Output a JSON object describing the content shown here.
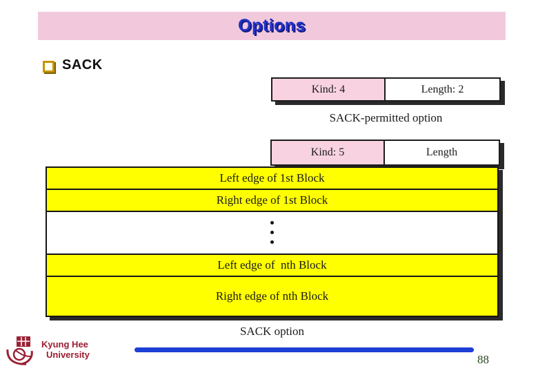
{
  "slide": {
    "title": "Options",
    "bullet_label": "SACK",
    "sack_permitted": {
      "kind": "Kind: 4",
      "length": "Length: 2",
      "caption": "SACK-permitted option"
    },
    "sack": {
      "kind": "Kind: 5",
      "length": "Length",
      "rows": [
        {
          "label": "Left edge of 1st Block"
        },
        {
          "label": "Right edge of 1st Block"
        },
        {
          "label": "Left edge of  nth Block"
        },
        {
          "label": "Right edge of nth Block"
        }
      ],
      "caption": "SACK option"
    },
    "footer": {
      "institution": {
        "line1": "Kyung Hee",
        "line2": "University"
      },
      "page_number": "88"
    },
    "colors": {
      "title_bar_bg": "#f2c9dc",
      "title_text_blue": "#2030c8",
      "pink_cell": "#f8d2e1",
      "yellow_row": "#ffff00",
      "bullet_gold": "#c79300",
      "footer_red": "#9b1b30",
      "divider_blue": "#1d3fd6",
      "page_number_green": "#26481f"
    }
  }
}
